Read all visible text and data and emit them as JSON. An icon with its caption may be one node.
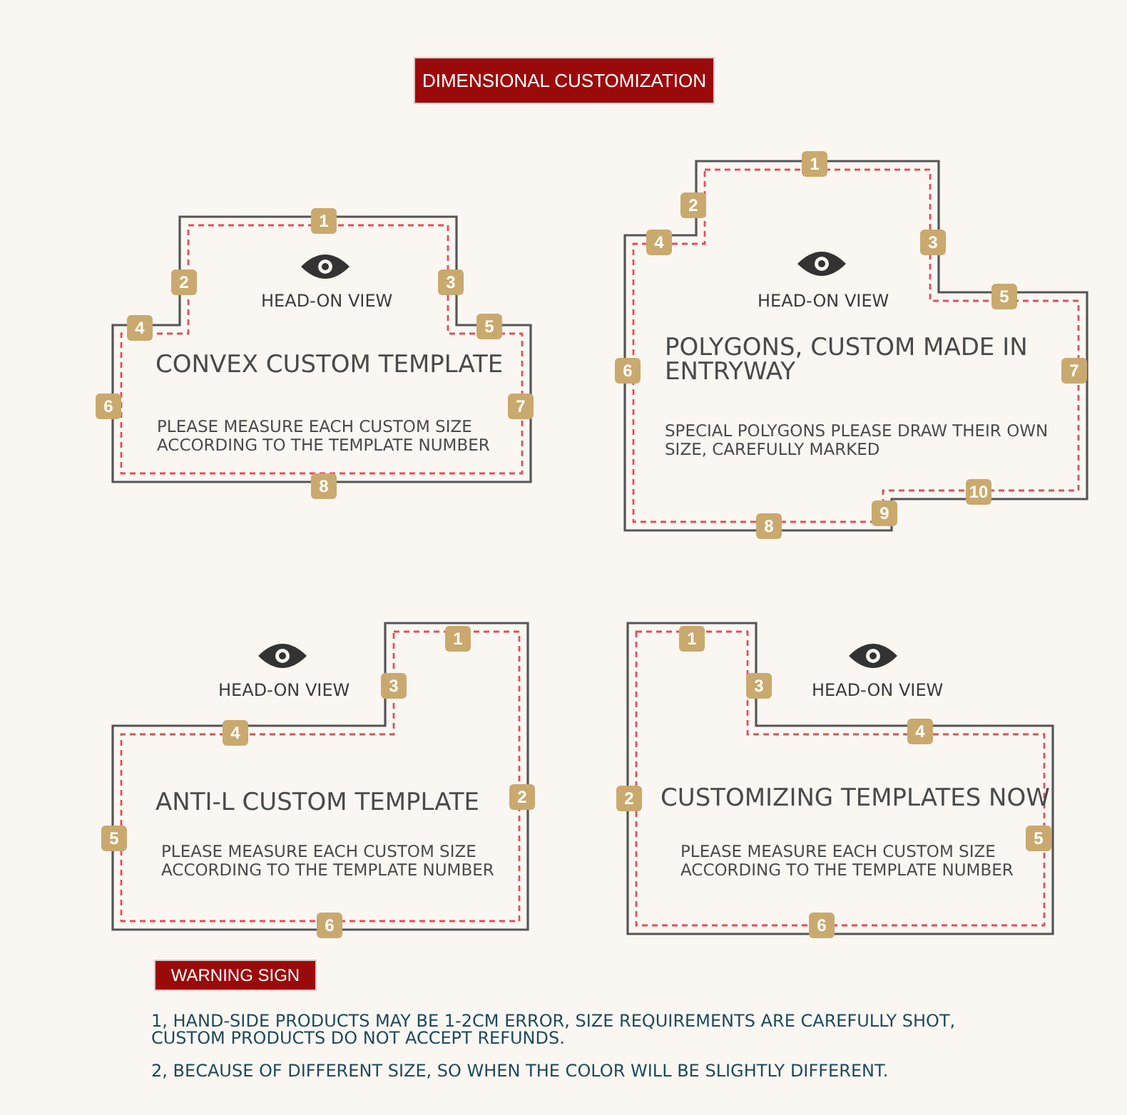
{
  "diagram": {
    "title": "DIMENSIONAL CUSTOMIZATION",
    "nodes": [
      {
        "text": [
          "HEAD-ON VIEW",
          "CONVEX CUSTOM TEMPLATE",
          "PLEASE MEASURE EACH CUSTOM SIZE ACCORDING TO THE TEMPLATE NUMBER"
        ]
      },
      {
        "text": [
          "HEAD-ON VIEW",
          "POLYGONS, CUSTOM MADE IN ENTRYWAY",
          "SPECIAL POLYGONS PLEASE DRAW THEIR OWN SIZE, CAREFULLY MARKED"
        ]
      },
      {
        "text": [
          "HEAD-ON VIEW",
          "ANTI-L CUSTOM TEMPLATE",
          "PLEASE MEASURE EACH CUSTOM SIZE ACCORDING TO THE TEMPLATE NUMBER"
        ]
      },
      {
        "text": [
          "HEAD-ON VIEW",
          "CUSTOMIZING TEMPLATES NOW",
          "PLEASE MEASURE EACH CUSTOM SIZE ACCORDING TO THE TEMPLATE NUMBER"
        ]
      },
      {
        "text": [
          "WARNING SIGN"
        ]
      }
    ],
    "labels": [
      "1",
      "2",
      "3",
      "4",
      "5",
      "6",
      "7",
      "8",
      "1",
      "2",
      "4",
      "3",
      "5",
      "6",
      "7",
      "10",
      "9",
      "8",
      "1",
      "3",
      "4",
      "2",
      "5",
      "6",
      "1",
      "3",
      "4",
      "2",
      "5",
      "6",
      "1, HAND-SIDE PRODUCTS MAY BE 1-2CM ERROR, SIZE REQUIREMENTS ARE CAREFULLY SHOT, CUSTOM PRODUCTS DO NOT ACCEPT REFUNDS.",
      "2, BECAUSE OF DIFFERENT SIZE, SO WHEN THE COLOR WILL BE SLIGHTLY DIFFERENT."
    ]
  }
}
